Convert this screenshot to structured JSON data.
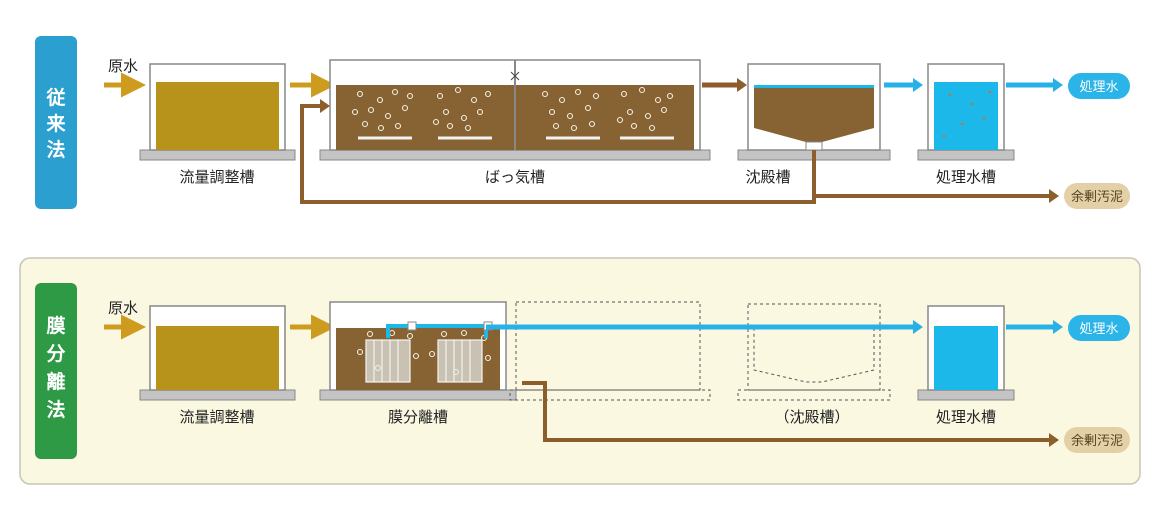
{
  "colors": {
    "conventional_tag": "#2a9fd0",
    "membrane_tag": "#2e9a45",
    "membrane_panel_bg": "#fbf8e2",
    "membrane_panel_border": "#c8c6b4",
    "raw_water_fill": "#b8931c",
    "sludge_fill": "#876232",
    "treated_water_fill": "#1cb8ea",
    "inflow_arrow": "#cd9c1e",
    "sludge_pipe": "#8c5e2c",
    "treated_arrow": "#27b1e6",
    "excess_sludge_pill": "#e3d0a6",
    "treated_pill": "#2bb4e7",
    "tank_wall": "#888888",
    "tank_base": "#c4c4c4"
  },
  "conventional": {
    "method_label": [
      "従",
      "来",
      "法"
    ],
    "raw_water_label": "原水",
    "tanks": {
      "equalization": "流量調整槽",
      "aeration": "ばっ気槽",
      "sedimentation": "沈殿槽",
      "treated_water": "処理水槽"
    },
    "outputs": {
      "treated_water": "処理水",
      "excess_sludge": "余剰汚泥"
    }
  },
  "membrane": {
    "method_label": [
      "膜",
      "分",
      "離",
      "法"
    ],
    "raw_water_label": "原水",
    "tanks": {
      "equalization": "流量調整槽",
      "membrane_separation": "膜分離槽",
      "sedimentation_omitted": "（沈殿槽）",
      "treated_water": "処理水槽"
    },
    "outputs": {
      "treated_water": "処理水",
      "excess_sludge": "余剰汚泥"
    }
  },
  "icons": {
    "bubble": "air-bubble-icon",
    "membrane_unit": "membrane-module-icon",
    "diffuser": "air-diffuser-icon"
  }
}
